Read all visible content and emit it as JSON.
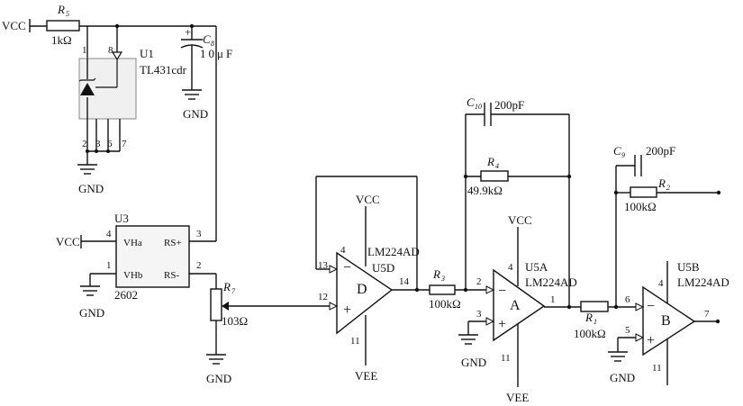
{
  "nets": {
    "vcc": "VCC",
    "vee": "VEE",
    "gnd": "GND"
  },
  "components": {
    "r5": {
      "ref": "R",
      "sub": "5",
      "value": "1kΩ"
    },
    "c8": {
      "ref": "C",
      "sub": "8",
      "value": "10μF"
    },
    "u1": {
      "ref": "U1",
      "part": "TL431cdr",
      "pins": [
        "1",
        "8",
        "2",
        "3",
        "6",
        "7"
      ]
    },
    "u3": {
      "ref": "U3",
      "part": "2602",
      "pin_labels": [
        "VHa",
        "VHb",
        "RS+",
        "RS-"
      ],
      "pins": [
        "4",
        "1",
        "3",
        "2"
      ]
    },
    "r7": {
      "ref": "R",
      "sub": "7",
      "value": "103Ω"
    },
    "u5d": {
      "ref": "U5D",
      "part": "LM224AD",
      "letter": "D",
      "pins": {
        "vcc": "4",
        "inv": "13",
        "noninv": "12",
        "out": "14",
        "vee": "11"
      }
    },
    "r3": {
      "ref": "R",
      "sub": "3",
      "value": "100kΩ"
    },
    "c10": {
      "ref": "C",
      "sub": "10",
      "value": "200pF"
    },
    "r4": {
      "ref": "R",
      "sub": "4",
      "value": "49.9kΩ"
    },
    "u5a": {
      "ref": "U5A",
      "part": "LM224AD",
      "letter": "A",
      "pins": {
        "vcc": "4",
        "inv": "2",
        "noninv": "3",
        "out": "1",
        "vee": "11"
      }
    },
    "r1": {
      "ref": "R",
      "sub": "1",
      "value": "100kΩ"
    },
    "c9": {
      "ref": "C",
      "sub": "9",
      "value": "200pF"
    },
    "r2": {
      "ref": "R",
      "sub": "2",
      "value": "100kΩ"
    },
    "u5b": {
      "ref": "U5B",
      "part": "LM224AD",
      "letter": "B",
      "pins": {
        "vcc": "4",
        "inv": "6",
        "noninv": "5",
        "out": "7",
        "vee": "11"
      }
    }
  },
  "symbols": {
    "minus": "−",
    "plus": "+",
    "cap_plus": "+"
  }
}
